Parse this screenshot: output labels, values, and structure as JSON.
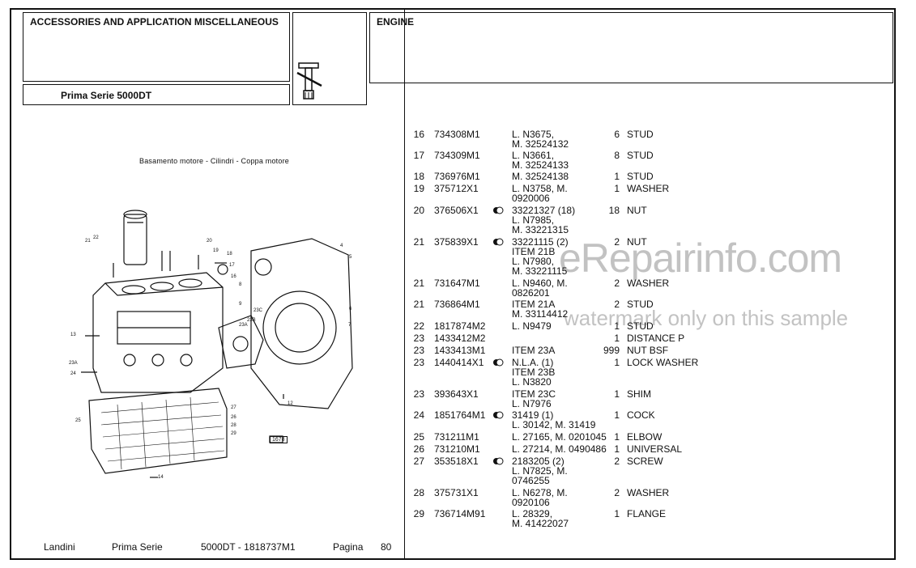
{
  "header": {
    "section_title": "ACCESSORIES AND APPLICATION MISCELLANEOUS",
    "series_label": "Prima Serie  5000DT",
    "group_title": "ENGINE"
  },
  "diagram": {
    "title": "Basamento motore - Cilindri - Coppa motore",
    "ref_code": "1678",
    "callouts": [
      "4",
      "6",
      "7",
      "8",
      "9",
      "11",
      "13",
      "14",
      "15",
      "16",
      "17",
      "18",
      "19",
      "20",
      "21",
      "22",
      "23",
      "23A",
      "23B",
      "23C",
      "24",
      "25",
      "26",
      "27",
      "28",
      "29"
    ]
  },
  "parts": [
    {
      "ref": "16",
      "part": "734308M1",
      "sym": "",
      "note": [
        "L. N3675,",
        "M. 32524132"
      ],
      "qty": "6",
      "desc": "STUD"
    },
    {
      "ref": "17",
      "part": "734309M1",
      "sym": "",
      "note": [
        "L. N3661,",
        "M. 32524133"
      ],
      "qty": "8",
      "desc": "STUD"
    },
    {
      "ref": "18",
      "part": "736976M1",
      "sym": "",
      "note": [
        "M. 32524138"
      ],
      "qty": "1",
      "desc": "STUD"
    },
    {
      "ref": "19",
      "part": "375712X1",
      "sym": "",
      "note": [
        "L. N3758, M.",
        "0920006"
      ],
      "qty": "1",
      "desc": "WASHER"
    },
    {
      "ref": "20",
      "part": "376506X1",
      "sym": "dot",
      "note": [
        "33221327  (18)",
        "L. N7985,",
        "M. 33221315"
      ],
      "qty": "18",
      "desc": "NUT"
    },
    {
      "ref": "21",
      "part": "375839X1",
      "sym": "dot",
      "note": [
        "33221115  (2)",
        "ITEM 21B",
        "L. N7980,",
        "M. 33221115"
      ],
      "qty": "2",
      "desc": "NUT"
    },
    {
      "ref": "21",
      "part": "731647M1",
      "sym": "",
      "note": [
        "L. N9460, M.",
        "0826201"
      ],
      "qty": "2",
      "desc": "WASHER"
    },
    {
      "ref": "21",
      "part": "736864M1",
      "sym": "",
      "note": [
        "ITEM 21A",
        "M. 33114412"
      ],
      "qty": "2",
      "desc": "STUD"
    },
    {
      "ref": "22",
      "part": "1817874M2",
      "sym": "",
      "note": [
        "L. N9479"
      ],
      "qty": "1",
      "desc": "STUD"
    },
    {
      "ref": "23",
      "part": "1433412M2",
      "sym": "",
      "note": [],
      "qty": "1",
      "desc": "DISTANCE P"
    },
    {
      "ref": "23",
      "part": "1433413M1",
      "sym": "",
      "note": [
        "ITEM 23A"
      ],
      "qty": "999",
      "desc": "NUT BSF"
    },
    {
      "ref": "23",
      "part": "1440414X1",
      "sym": "dot",
      "note": [
        "N.L.A.  (1)",
        "ITEM 23B",
        "L. N3820"
      ],
      "qty": "1",
      "desc": "LOCK WASHER"
    },
    {
      "ref": "23",
      "part": "393643X1",
      "sym": "",
      "note": [
        "ITEM 23C",
        "L. N7976"
      ],
      "qty": "1",
      "desc": "SHIM"
    },
    {
      "ref": "24",
      "part": "1851764M1",
      "sym": "dot",
      "note": [
        "31419  (1)",
        "L. 30142, M. 31419"
      ],
      "qty": "1",
      "desc": "COCK"
    },
    {
      "ref": "25",
      "part": "731211M1",
      "sym": "",
      "note": [
        "L. 27165, M. 0201045"
      ],
      "qty": "1",
      "desc": "ELBOW"
    },
    {
      "ref": "26",
      "part": "731210M1",
      "sym": "",
      "note": [
        "L. 27214, M. 0490486"
      ],
      "qty": "1",
      "desc": "UNIVERSAL"
    },
    {
      "ref": "27",
      "part": "353518X1",
      "sym": "dot",
      "note": [
        "2183205  (2)",
        "L. N7825, M.",
        "0746255"
      ],
      "qty": "2",
      "desc": "SCREW"
    },
    {
      "ref": "28",
      "part": "375731X1",
      "sym": "",
      "note": [
        "L. N6278, M.",
        "0920106"
      ],
      "qty": "2",
      "desc": "WASHER"
    },
    {
      "ref": "29",
      "part": "736714M91",
      "sym": "",
      "note": [
        "L. 28329,",
        "M. 41422027"
      ],
      "qty": "1",
      "desc": "FLANGE"
    }
  ],
  "footer": {
    "brand": "Landini",
    "series": "Prima Serie",
    "model": "5000DT - 1818737M1",
    "page_label": "Pagina",
    "page_number": "80"
  },
  "watermark": {
    "main": "eRepairinfo.com",
    "sub": "watermark only on this sample"
  }
}
